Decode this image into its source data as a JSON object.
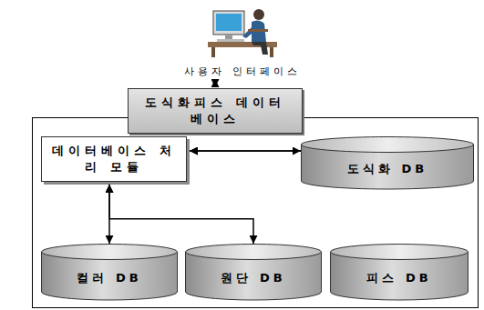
{
  "diagram": {
    "nodes": [
      {
        "text": [
          "사용자 인터페이스"
        ]
      },
      {
        "text": [
          "도식화피스 데이터베이스"
        ]
      },
      {
        "text": [
          "데이터베이스 처리 모듈"
        ]
      },
      {
        "text": [
          "도식화 DB"
        ]
      },
      {
        "text": [
          "컬러 DB"
        ]
      },
      {
        "text": [
          "원단 DB"
        ]
      },
      {
        "text": [
          "피스 DB"
        ]
      }
    ],
    "edges": [
      {
        "from": 0,
        "to": 1,
        "arrow": "both"
      },
      {
        "from": 2,
        "to": 3,
        "arrow": "both"
      },
      {
        "from": 2,
        "to": 4,
        "arrow": "both"
      },
      {
        "from": 2,
        "to": 5,
        "arrow": "both"
      },
      {
        "from": 2,
        "to": 6,
        "arrow": "both"
      }
    ]
  }
}
